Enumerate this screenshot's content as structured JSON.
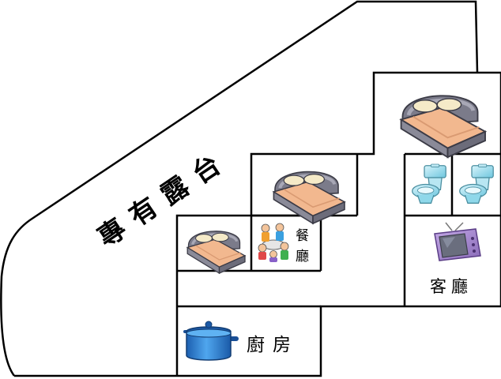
{
  "terrace": {
    "label": "專有露台"
  },
  "rooms": {
    "dining": {
      "label_top": "餐",
      "label_bottom": "廳"
    },
    "living": {
      "label": "客廳"
    },
    "kitchen": {
      "label": "廚房"
    }
  },
  "colors": {
    "line": "#000000",
    "bed_frame": "#7a7a88",
    "bed_sheet": "#f2b88f",
    "pillow": "#f5eac8",
    "toilet": "#8fd8ea",
    "tv": "#a98bd0",
    "pot": "#2a7fd4"
  }
}
